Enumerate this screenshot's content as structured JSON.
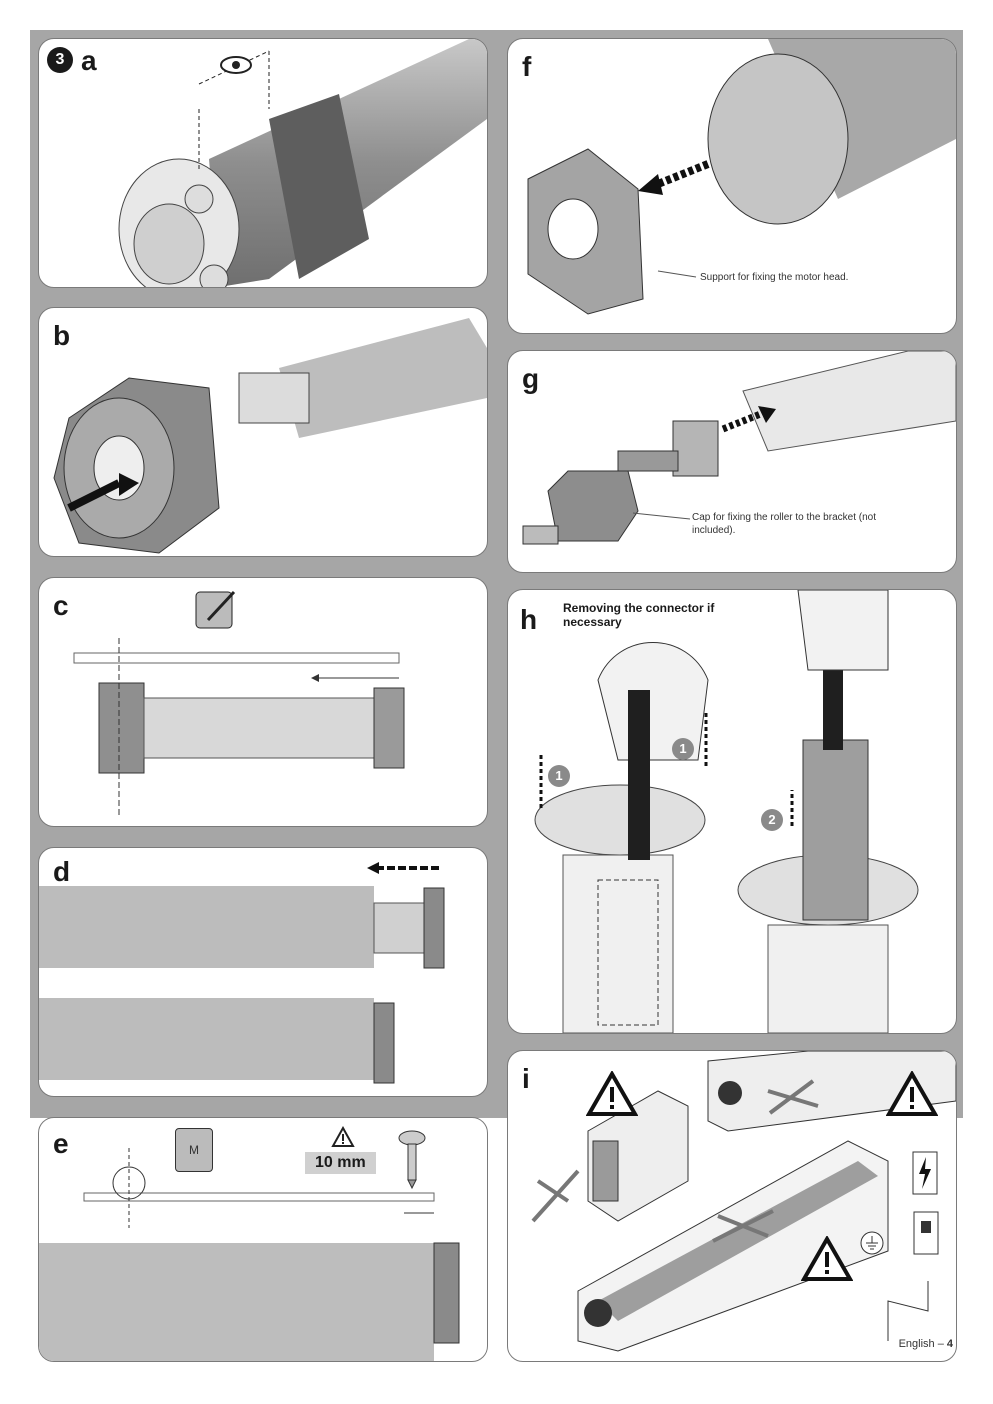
{
  "step_number": "3",
  "panels": {
    "a": {
      "letter": "a"
    },
    "b": {
      "letter": "b"
    },
    "c": {
      "letter": "c"
    },
    "d": {
      "letter": "d"
    },
    "e": {
      "letter": "e",
      "screw_length": "10 mm",
      "marker_label": "M"
    },
    "f": {
      "letter": "f",
      "caption": "Support for fixing the motor head."
    },
    "g": {
      "letter": "g",
      "caption": "Cap for fixing the roller to the bracket (not included)."
    },
    "h": {
      "letter": "h",
      "title": "Removing the connector if necessary",
      "step1": "1",
      "step2": "2"
    },
    "i": {
      "letter": "i"
    }
  },
  "footer": {
    "language": "English",
    "separator": " – ",
    "page": "4"
  },
  "colors": {
    "ink": "#1a1a1a",
    "tube": "#9a9a9a",
    "panel_bg": "#ffffff",
    "sheet_bg": "#a6a6a6"
  },
  "icons": [
    "eye-icon",
    "notepad-pencil-icon",
    "warning-icon",
    "screw-icon",
    "electric-hazard-icon",
    "ground-icon",
    "circuit-breaker-icon"
  ]
}
